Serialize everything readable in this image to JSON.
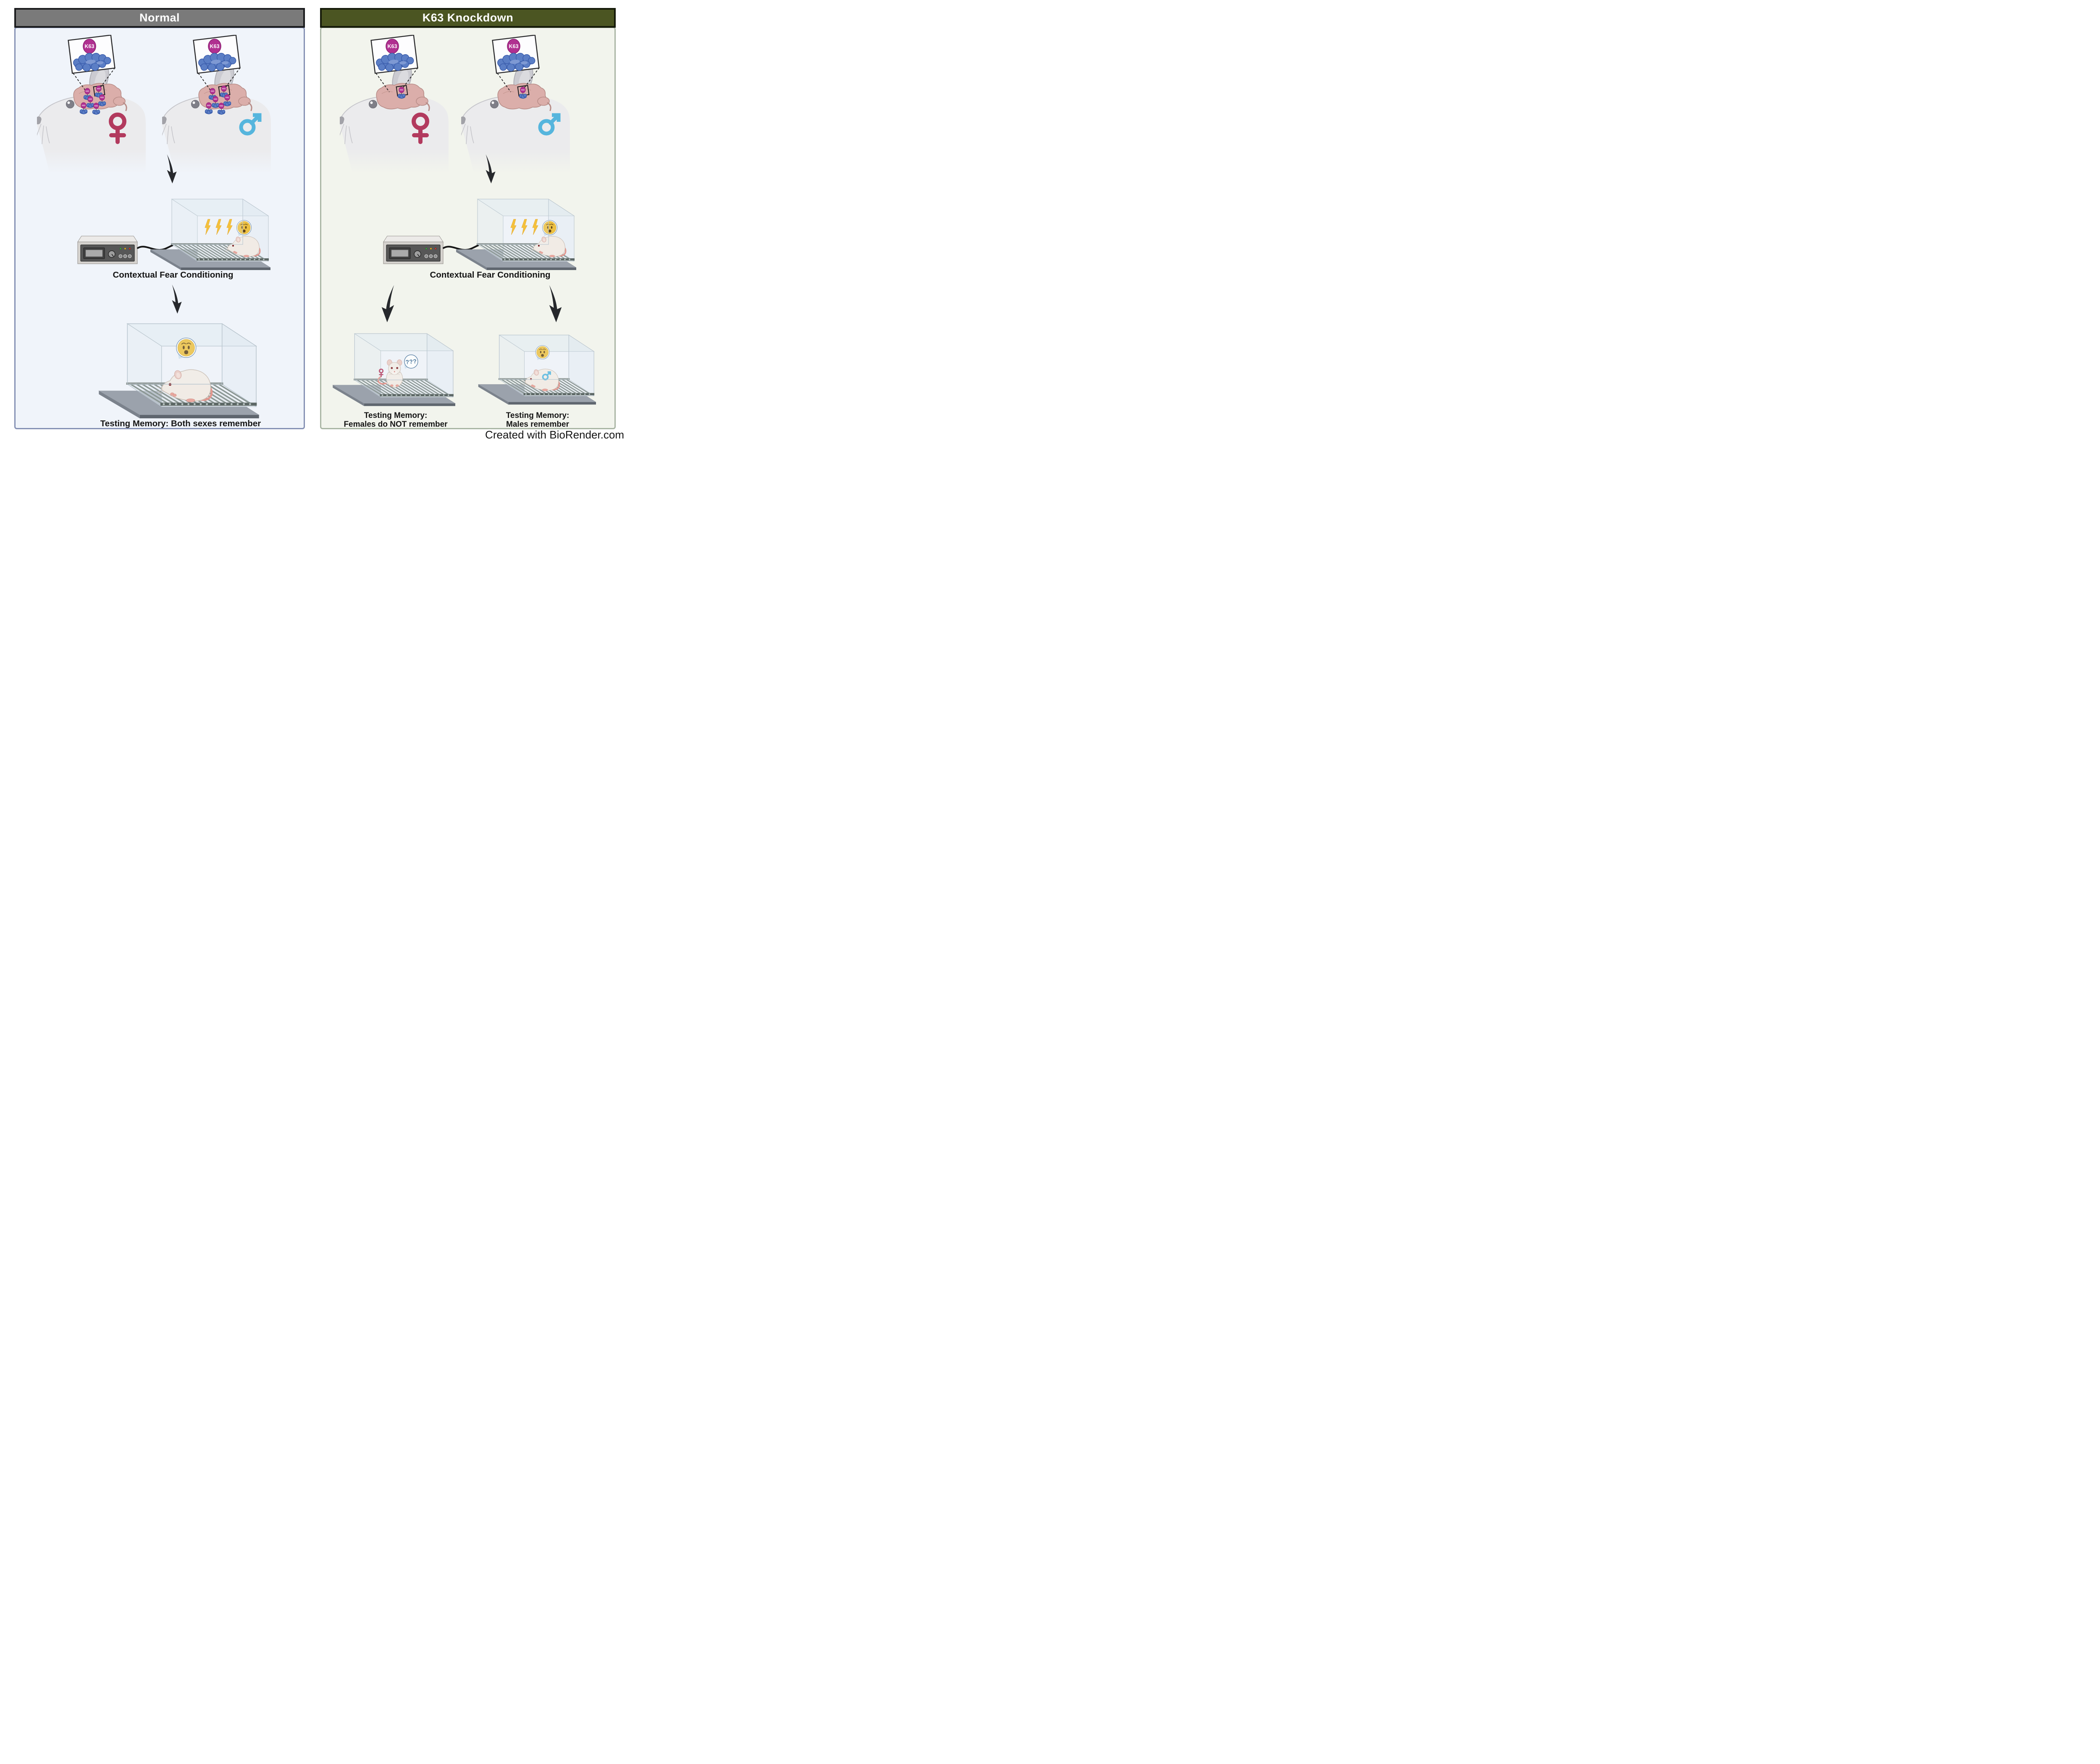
{
  "credit": "Created with BioRender.com",
  "labels": {
    "k63": "K63",
    "question_marks": "???"
  },
  "panels": {
    "normal": {
      "title": "Normal",
      "condition_label": "Contextual Fear Conditioning",
      "outcome_label": "Testing Memory: Both sexes remember",
      "subjects": [
        "female",
        "male"
      ]
    },
    "knockdown": {
      "title": "K63 Knockdown",
      "condition_label": "Contextual Fear Conditioning",
      "outcome_female_line1": "Testing Memory:",
      "outcome_female_line2": "Females do NOT remember",
      "outcome_male_line1": "Testing Memory:",
      "outcome_male_line2": "Males remember",
      "subjects": [
        "female",
        "male"
      ]
    }
  },
  "icons": {
    "k63_badge": "K63 ubiquitin tag on protein",
    "protein_blob": "blue protein cloud",
    "female_symbol": "♀",
    "male_symbol": "♂",
    "lightning_bolt": "⚡",
    "fear_emoji": "😨",
    "question_bubble": "???",
    "down_arrow": "⬇",
    "shock_generator": "shock generator box",
    "conditioning_chamber": "grid-floor chamber",
    "rat": "white lab rat"
  },
  "colors": {
    "header_normal": "#7a7a7a",
    "header_normal_border": "#1b1c1e",
    "header_kd": "#4b5522",
    "header_kd_border": "#151a09",
    "panel_normal_bg": "#f0f4fa",
    "panel_normal_border": "#8591b4",
    "panel_kd_bg": "#f2f4ed",
    "panel_kd_border": "#a9b5a4",
    "k63": "#b03090",
    "protein": "#5b7ec5",
    "brain": "#dbaeaa",
    "female": "#b23a5e",
    "male": "#55b5dd",
    "bolt": "#f6b81c",
    "emoji": "#ecc043",
    "question": "#2b5d8c",
    "arrow": "#26282c",
    "text": "#141414",
    "credit": "#141414"
  }
}
